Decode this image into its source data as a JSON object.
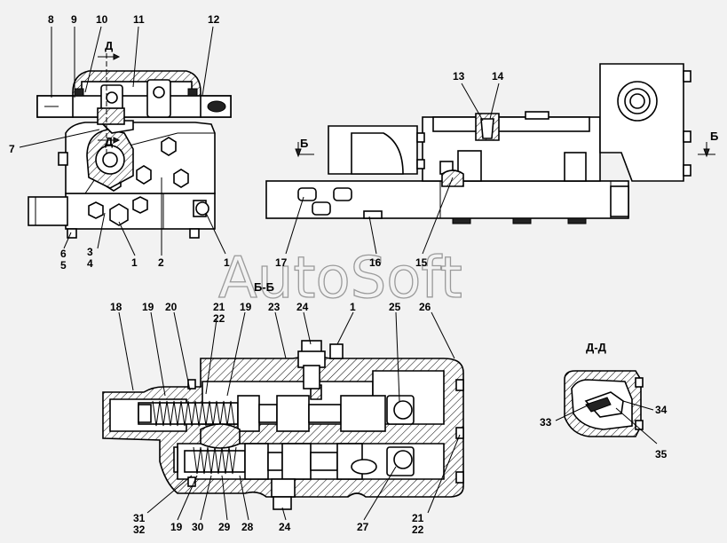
{
  "watermark": "AutoSoft",
  "section_labels": {
    "top_left_cut": "Д",
    "top_left_cut_lower": "Д",
    "right_view_left_marker": "Б",
    "right_view_right_marker": "Б",
    "section_bb": "Б-Б",
    "section_dd": "Д-Д"
  },
  "callouts": [
    {
      "id": "c8",
      "text": "8"
    },
    {
      "id": "c9",
      "text": "9"
    },
    {
      "id": "c10",
      "text": "10"
    },
    {
      "id": "c11",
      "text": "11"
    },
    {
      "id": "c12",
      "text": "12"
    },
    {
      "id": "c7",
      "text": "7"
    },
    {
      "id": "c6",
      "text": "6"
    },
    {
      "id": "c5",
      "text": "5"
    },
    {
      "id": "c3",
      "text": "3"
    },
    {
      "id": "c4",
      "text": "4"
    },
    {
      "id": "c1a",
      "text": "1"
    },
    {
      "id": "c2",
      "text": "2"
    },
    {
      "id": "c1b",
      "text": "1"
    },
    {
      "id": "c13",
      "text": "13"
    },
    {
      "id": "c14",
      "text": "14"
    },
    {
      "id": "c17",
      "text": "17"
    },
    {
      "id": "c16",
      "text": "16"
    },
    {
      "id": "c15",
      "text": "15"
    },
    {
      "id": "c18",
      "text": "18"
    },
    {
      "id": "c19a",
      "text": "19"
    },
    {
      "id": "c20",
      "text": "20"
    },
    {
      "id": "c21a",
      "text": "21"
    },
    {
      "id": "c22a",
      "text": "22"
    },
    {
      "id": "c19b",
      "text": "19"
    },
    {
      "id": "c23",
      "text": "23"
    },
    {
      "id": "c24a",
      "text": "24"
    },
    {
      "id": "c1c",
      "text": "1"
    },
    {
      "id": "c25",
      "text": "25"
    },
    {
      "id": "c26",
      "text": "26"
    },
    {
      "id": "c31",
      "text": "31"
    },
    {
      "id": "c32",
      "text": "32"
    },
    {
      "id": "c19c",
      "text": "19"
    },
    {
      "id": "c30",
      "text": "30"
    },
    {
      "id": "c29",
      "text": "29"
    },
    {
      "id": "c28",
      "text": "28"
    },
    {
      "id": "c24b",
      "text": "24"
    },
    {
      "id": "c27",
      "text": "27"
    },
    {
      "id": "c21b",
      "text": "21"
    },
    {
      "id": "c22b",
      "text": "22"
    },
    {
      "id": "c33",
      "text": "33"
    },
    {
      "id": "c34",
      "text": "34"
    },
    {
      "id": "c35",
      "text": "35"
    }
  ]
}
